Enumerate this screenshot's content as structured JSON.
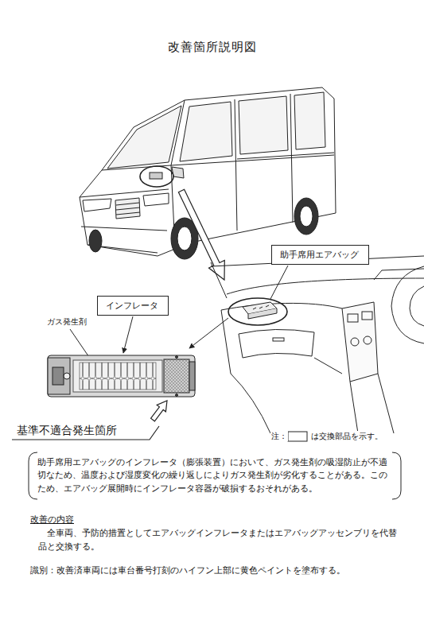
{
  "diagram": {
    "title": "改善箇所説明図",
    "nodes": [
      {
        "text": [
          "助手席用エアバッグ"
        ]
      },
      {
        "text": [
          "インフレータ"
        ]
      },
      {
        "text": [
          "助手席用エアバッグのインフレータ（膨張装置）において、ガス発生剤の吸湿防止が不適切なため、温度および湿度変化の繰り返しによりガス発生剤が劣化することがある。このため、エアバッグ展開時にインフレータ容器が破損するおそれがある。"
        ]
      }
    ],
    "labels": [
      "ガス発生剤",
      "基準不適合発生箇所",
      "注：",
      "は交換部品を示す。",
      "改善の内容",
      "全車両、予防的措置としてエアバッグインフレータまたはエアバッグアッセンブリを代替品と交換する。",
      "識別：改善済車両には車台番号打刻のハイフン上部に黄色ペイントを塗布する。"
    ]
  }
}
